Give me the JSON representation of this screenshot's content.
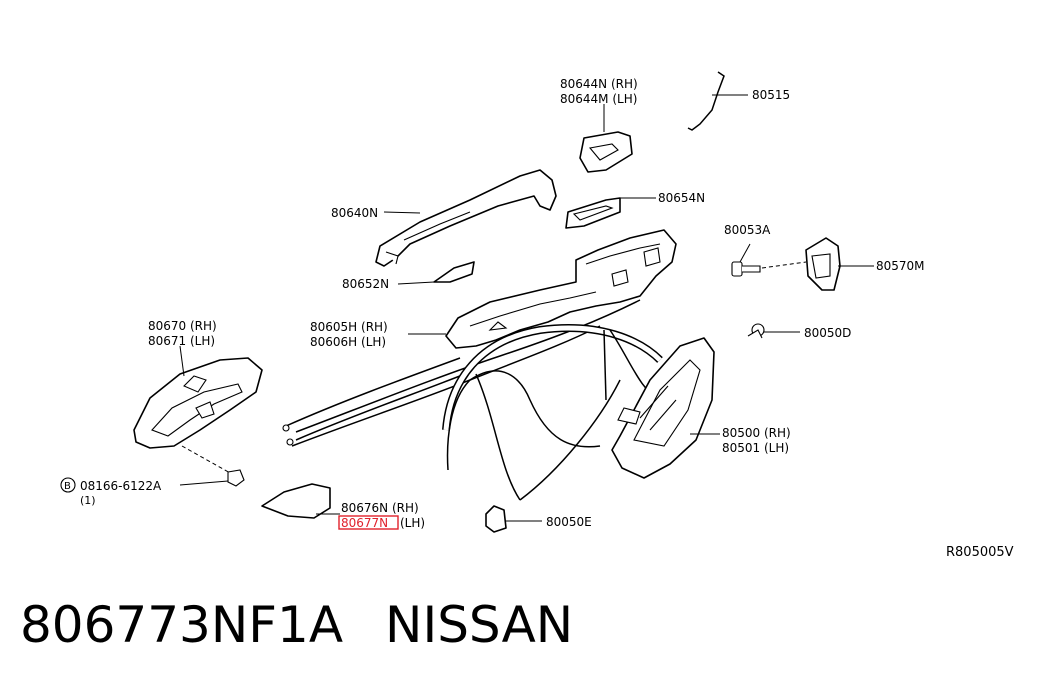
{
  "labels": {
    "l80644n": "80644N (RH)",
    "l80644m": "80644M (LH)",
    "l80515": "80515",
    "l80640n": "80640N",
    "l80654n": "80654N",
    "l80053a": "80053A",
    "l80570m": "80570M",
    "l80652n": "80652N",
    "l80670": "80670 (RH)",
    "l80671": "80671 (LH)",
    "l80605h": "80605H (RH)",
    "l80606h": "80606H (LH)",
    "l80050d": "80050D",
    "l80500": "80500 (RH)",
    "l80501": "80501 (LH)",
    "bolt_prefix": "B",
    "l08166": "08166-6122A",
    "l08166_qty": "(1)",
    "l80676n": "80676N (RH)",
    "l80677n": "80677N",
    "l80677n_side": "(LH)",
    "l80050e": "80050E",
    "diagram_code": "R805005V"
  },
  "footer": {
    "part_number": "806773NF1A",
    "brand": "NISSAN"
  },
  "colors": {
    "highlight": "#e0212b",
    "ink": "#000000"
  }
}
